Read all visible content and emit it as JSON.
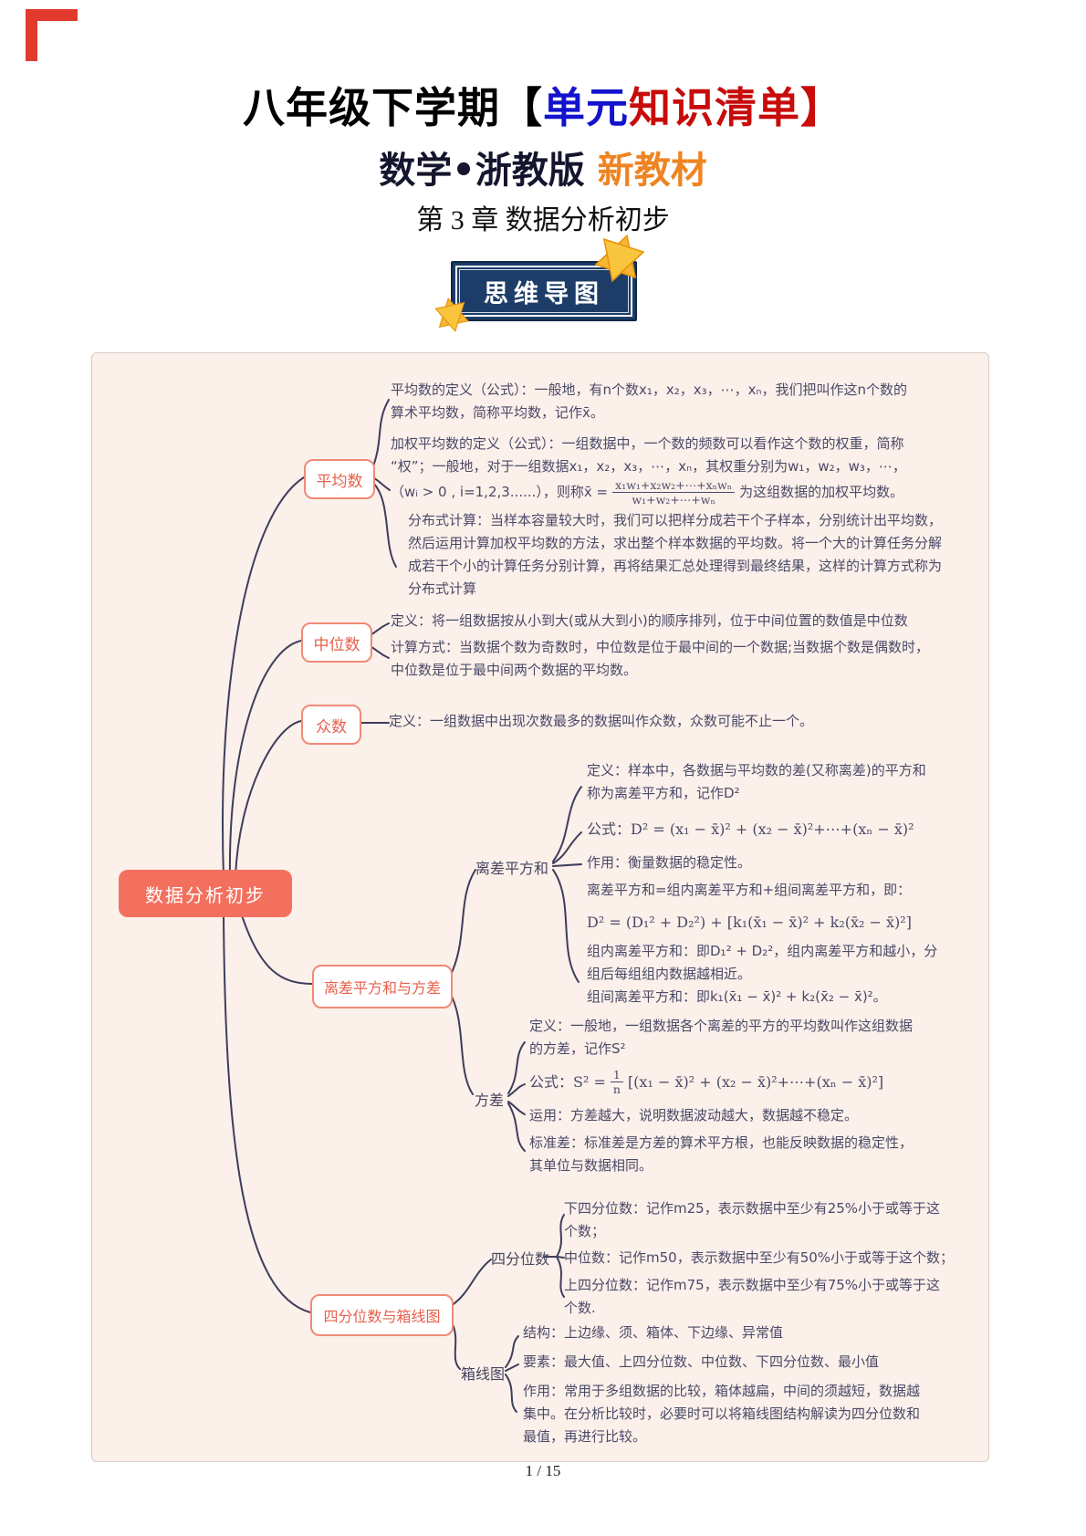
{
  "header": {
    "title": {
      "p1": "八年级下学期【",
      "p2": "单元",
      "p3": "知识清单】"
    },
    "subtitle": {
      "p1": "数学•浙教版",
      "p2": " 新教材"
    },
    "chapter": "第 3 章  数据分析初步",
    "badge": "思维导图"
  },
  "colors": {
    "title_blue": "#1313cd",
    "title_red": "#c80b0b",
    "subtitle_orange": "#ee8422",
    "badge_bg": "#1d3d68",
    "star_gold": "#f7b733",
    "corner_red": "#e23b2e",
    "panel_bg": "#fcf0ea",
    "root_bg": "#f3705f",
    "node_border": "#f08a76",
    "node_text": "#e8604c",
    "line": "#3e3e5c",
    "body_text": "#4a4a68"
  },
  "mindmap": {
    "root": "数据分析初步",
    "avg": {
      "label": "平均数",
      "t1": "平均数的定义（公式）：一般地，有n个数x₁，x₂，x₃，⋯，xₙ，我们把叫作这n个数的\n算术平均数，简称平均数，记作x̄。",
      "t2a": "加权平均数的定义（公式）：一组数据中，一个数的频数可以看作这个数的权重，简称\n“权”；一般地，对于一组数据x₁，x₂，x₃，⋯，xₙ，其权重分别为w₁，w₂，w₃，⋯，",
      "t2b_pre": "（wᵢ > 0 , i=1,2,3......），则称x̄ =",
      "t2b_num": "x₁w₁+x₂w₂+⋯+xₙwₙ",
      "t2b_den": "w₁+w₂+⋯+wₙ",
      "t2b_suf": "为这组数据的加权平均数。",
      "t3": "分布式计算：当样本容量较大时，我们可以把样分成若干个子样本，分别统计出平均数，\n然后运用计算加权平均数的方法，求出整个样本数据的平均数。将一个大的计算任务分解\n成若干个小的计算任务分别计算，再将结果汇总处理得到最终结果，这样的计算方式称为\n分布式计算"
    },
    "median": {
      "label": "中位数",
      "def": "定义：将一组数据按从小到大(或从大到小)的顺序排列，位于中间位置的数值是中位数",
      "calc": "计算方式：当数据个数为奇数时，中位数是位于最中间的一个数据;当数据个数是偶数时，\n中位数是位于最中间两个数据的平均数。"
    },
    "mode": {
      "label": "众数",
      "def": "定义：一组数据中出现次数最多的数据叫作众数，众数可能不止一个。"
    },
    "dev": {
      "label": "离差平方和与方差",
      "ssd": {
        "label": "离差平方和",
        "def": "定义：样本中，各数据与平均数的差(又称离差)的平方和\n称为离差平方和，记作D²",
        "formula": "公式：D² = (x₁ − x̄)² + (x₂ − x̄)²+⋯+(xₙ − x̄)²",
        "use": "作用：衡量数据的稳定性。",
        "group_intro": "离差平方和=组内离差平方和+组间离差平方和，即：",
        "group_formula": "D² = (D₁² + D₂²) + [k₁(x̄₁ − x̄)² + k₂(x̄₂ − x̄)²]",
        "group_detail": "组内离差平方和：即D₁² + D₂²，组内离差平方和越小，分\n组后每组组内数据越相近。\n组间离差平方和：即k₁(x̄₁ − x̄)² + k₂(x̄₂ − x̄)²。"
      },
      "variance": {
        "label": "方差",
        "def": "定义：一般地，一组数据各个离差的平方的平均数叫作这组数据\n的方差，记作S²",
        "f_pre": "公式：S² =",
        "f_num": "1",
        "f_den": "n",
        "f_suf": "[(x₁ − x̄)² + (x₂ − x̄)²+⋯+(xₙ − x̄)²]",
        "use": "运用：方差越大，说明数据波动越大，数据越不稳定。",
        "std": "标准差：标准差是方差的算术平方根，也能反映数据的稳定性，\n其单位与数据相同。"
      }
    },
    "quart": {
      "label": "四分位数与箱线图",
      "quartiles": {
        "label": "四分位数",
        "q1": "下四分位数：记作m25，表示数据中至少有25%小于或等于这\n个数；",
        "q2": "中位数：记作m50，表示数据中至少有50%小于或等于这个数；",
        "q3": "上四分位数：记作m75，表示数据中至少有75%小于或等于这\n个数."
      },
      "boxplot": {
        "label": "箱线图",
        "structure": "结构：上边缘、须、箱体、下边缘、异常值",
        "elements": "要素：最大值、上四分位数、中位数、下四分位数、最小值",
        "use": "作用：常用于多组数据的比较，箱体越扁，中间的须越短，数据越\n集中。在分析比较时，必要时可以将箱线图结构解读为四分位数和\n最值，再进行比较。"
      }
    }
  },
  "footer": {
    "page": "1 / 15"
  }
}
